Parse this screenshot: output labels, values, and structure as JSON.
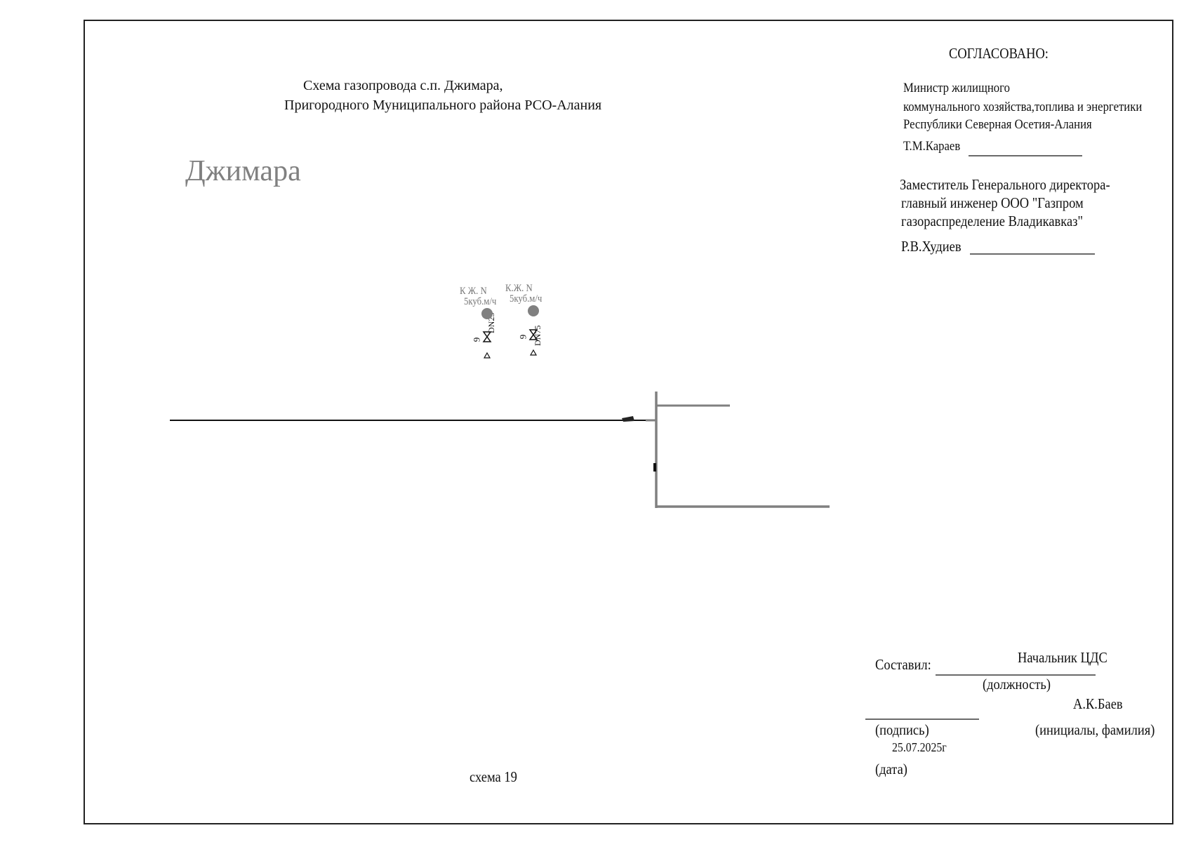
{
  "scheme": {
    "title_line1": "Схема газопровода с.п. Джимара,",
    "title_line2": "Пригородного  Муниципального района РСО-Алания",
    "village_name": "Джимара",
    "footer_label": "схема 19"
  },
  "approval": {
    "heading": "СОГЛАСОВАНО:",
    "minister_line1": "Министр жилищного",
    "minister_line2": "коммунального  хозяйства,топлива и энергетики",
    "minister_line3": " Республики Северная Осетия-Алания",
    "minister_name": "Т.М.Караев",
    "deputy_line1": "Заместитель Генерального директора-",
    "deputy_line2": "главный инженер  ООО \"Газпром",
    "deputy_line3": "газораспределение Владикавказ\"",
    "deputy_name": "Р.В.Худиев"
  },
  "consumers": [
    {
      "label": "К Ж. N",
      "flow": "5куб.м/ч",
      "number": "9",
      "diameter": "DN25"
    },
    {
      "label": "К.Ж. N",
      "flow": "5куб.м/ч",
      "number": "9",
      "diameter": "DN75"
    }
  ],
  "compiled": {
    "compiled_label": "Составил:",
    "position_value": "Начальник ЦДС",
    "position_caption": "(должность)",
    "name_value": "А.К.Баев",
    "signature_caption": "(подпись)",
    "name_caption": "(инициалы, фамилия)",
    "date_value": "25.07.2025г",
    "date_caption": "(дата)"
  },
  "colors": {
    "pipe_main": "#111111",
    "pipe_branch": "#808080",
    "marker": "#808080"
  }
}
